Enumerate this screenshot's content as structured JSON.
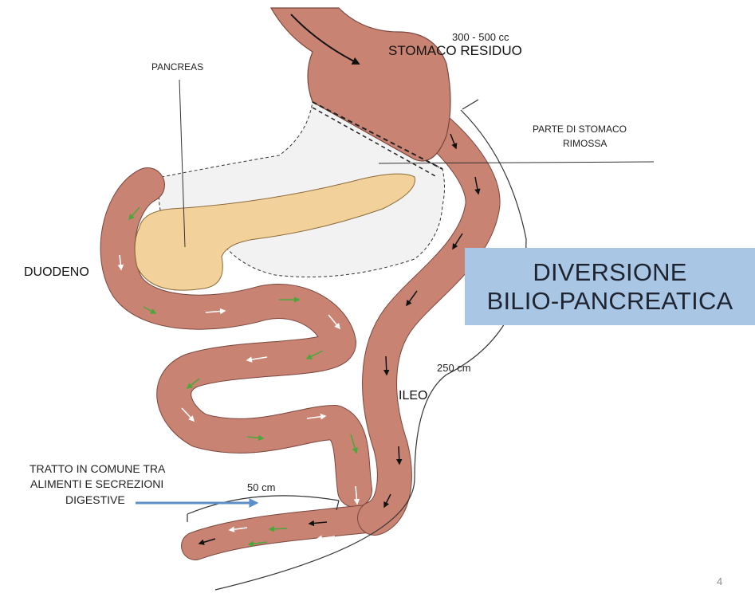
{
  "labels": {
    "volume": "300 - 500 cc",
    "stomaco_residuo": "STOMACO RESIDUO",
    "pancreas": "PANCREAS",
    "parte_stomaco_line1": "PARTE DI STOMACO",
    "parte_stomaco_line2": "RIMOSSA",
    "duodeno": "DUODENO",
    "ileo": "ILEO",
    "length_250": "250 cm",
    "length_50": "50 cm",
    "tratto_line1": "TRATTO IN COMUNE TRA",
    "tratto_line2": "ALIMENTI  E SECREZIONI",
    "tratto_line3": "DIGESTIVE"
  },
  "banner": {
    "line1": "DIVERSIONE",
    "line2": "BILIO-PANCREATICA"
  },
  "slide_number": "4",
  "colors": {
    "intestine": "#c98372",
    "intestine_outline": "#7a463d",
    "pancreas": "#f3d19a",
    "removed_area": "#f2f2f2",
    "banner": "#a9c6e4",
    "pointer_arrow": "#5b8fc9",
    "green_arrow": "#4aa83a"
  }
}
